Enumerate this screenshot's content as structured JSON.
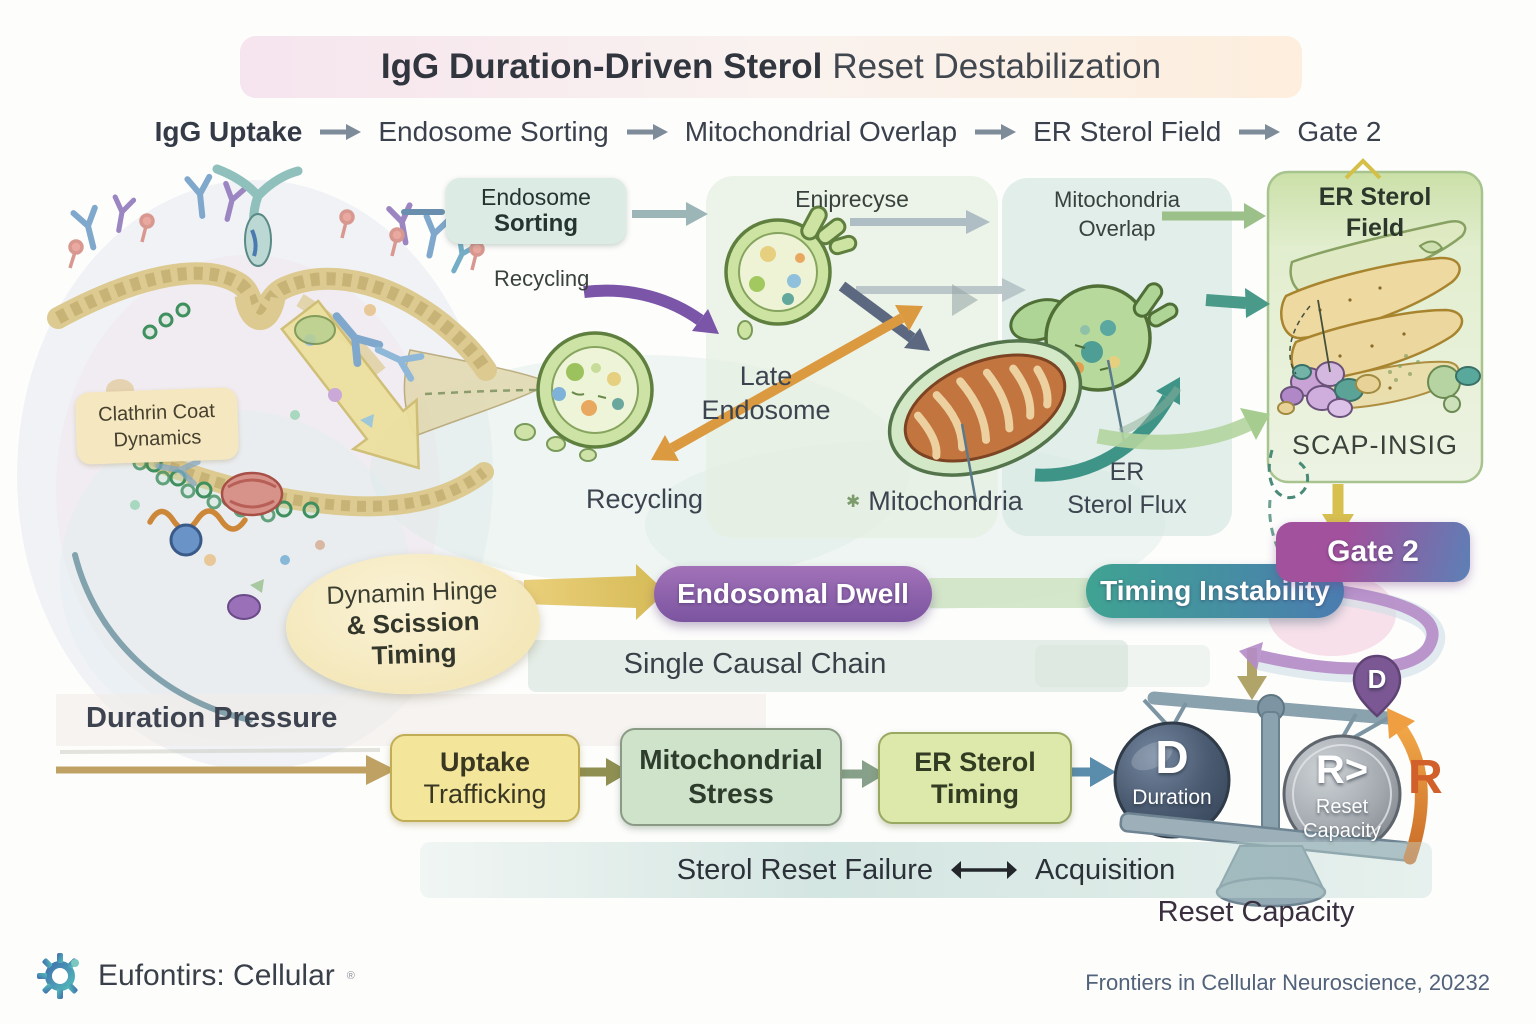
{
  "title": {
    "emphasis": "IgG Duration-Driven Sterol",
    "rest": "Reset Destabilization"
  },
  "flow_chain": {
    "steps": [
      "IgG Uptake",
      "Endosome Sorting",
      "Mitochondrial Overlap",
      "ER Sterol Field",
      "Gate 2"
    ]
  },
  "stations": {
    "endosome_sorting": {
      "line1": "Endosome",
      "line2": "Sorting"
    },
    "eniprecyse": {
      "label": "Eniprecyse"
    },
    "mitochondria_overlap": {
      "line1": "Mitochondria",
      "line2": "Overlap"
    },
    "er_sterol_field": {
      "line1": "ER Sterol",
      "line2": "Field",
      "scap": "SCAP-INSIG"
    }
  },
  "annotations": {
    "clathrin": {
      "line1": "Clathrin Coat",
      "line2": "Dynamics"
    },
    "dynamin": {
      "line1": "Dynamin Hinge",
      "line2": "& Scission",
      "line3": "Timing"
    },
    "recycling_upper": "Recycling",
    "late_endosome": {
      "line1": "Late",
      "line2": "Endosome"
    },
    "recycling_lower": "Recycling",
    "mitochondria": "Mitochondria",
    "er_sterol_flux": {
      "line1": "ER",
      "line2": "Sterol Flux"
    },
    "single_causal_chain": "Single Causal Chain",
    "duration_pressure": "Duration Pressure",
    "reset_capacity": "Reset Capacity"
  },
  "gates": {
    "endosomal_dwell": "Endosomal Dwell",
    "timing_instability": "Timing Instability",
    "gate2": "Gate 2"
  },
  "causal_chain": {
    "uptake_trafficking": {
      "line1": "Uptake",
      "line2": "Trafficking"
    },
    "mitochondrial_stress": {
      "line1": "Mitochondrial",
      "line2": "Stress"
    },
    "er_sterol_timing": {
      "line1": "ER Sterol",
      "line2": "Timing"
    }
  },
  "balance": {
    "left_weight": {
      "letter": "D",
      "label": "Duration"
    },
    "right_weight": {
      "letter": "R>",
      "line1": "Reset",
      "line2": "Capacity"
    },
    "pin_letter": "D",
    "rise_letter": "R"
  },
  "failure_axis": {
    "left": "Sterol Reset Failure",
    "right": "Acquisition"
  },
  "footer": {
    "brand": "Eufontirs: Cellular",
    "brand_mark": "®",
    "citation": "Frontiers in Cellular Neuroscience, 20232"
  },
  "icons": {
    "mito_asterisk": "✱"
  },
  "colors": {
    "gate2_gradient": [
      "#a2519c",
      "#5c80b6"
    ],
    "endosomal_dwell": "#8760aa",
    "timing_instability_gradient": [
      "#3fa392",
      "#4b7cb0"
    ],
    "uptake_box": "#f3e69b",
    "mito_stress_box": "#cfe3cb",
    "er_timing_box": "#dde8ab",
    "duration_ball": "#46566a",
    "reset_ball": "#a7adb3",
    "rise_arrow": "#e0862f",
    "accent_gold": "#d8c050",
    "membrane_tan": "#dcca90",
    "endosome_green": "#cde3a2"
  }
}
